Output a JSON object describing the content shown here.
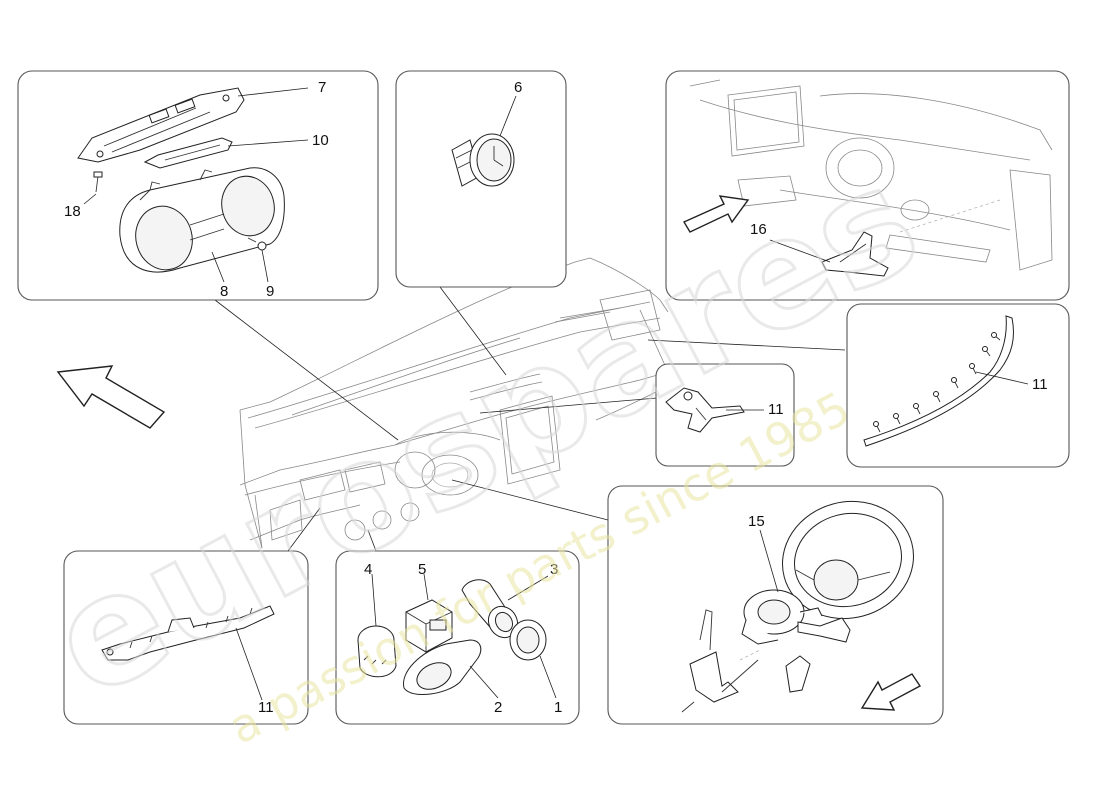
{
  "diagram": {
    "callouts": {
      "c7": "7",
      "c10": "10",
      "c18": "18",
      "c8": "8",
      "c9": "9",
      "c6": "6",
      "c16": "16",
      "c11_tr": "11",
      "c11_mid": "11",
      "c11_bl": "11",
      "c4": "4",
      "c5": "5",
      "c3": "3",
      "c2": "2",
      "c1": "1",
      "c15": "15"
    },
    "watermark": {
      "brand": "eurospares",
      "slogan": "a passion for parts since 1985"
    }
  }
}
